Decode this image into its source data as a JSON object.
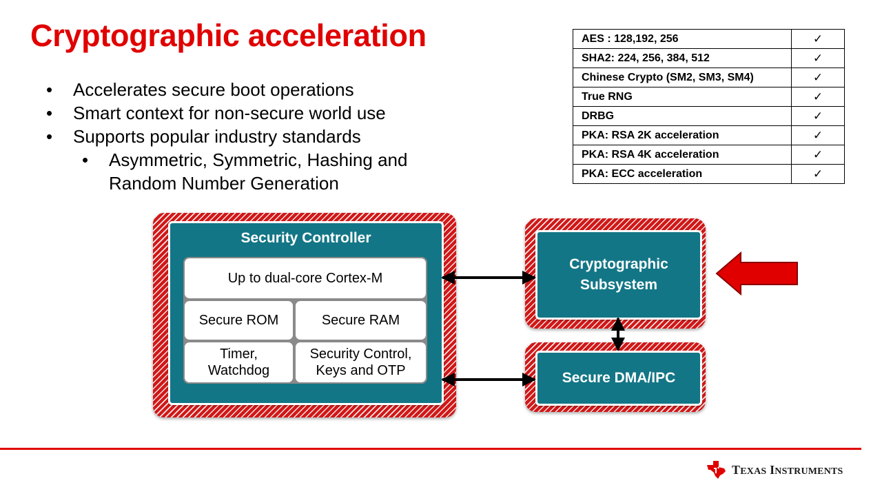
{
  "title": "Cryptographic acceleration",
  "bullets": [
    "Accelerates secure boot operations",
    "Smart context for non-secure world use",
    "Supports popular industry standards"
  ],
  "sub_bullet_lines": [
    "Asymmetric, Symmetric, Hashing and",
    "Random Number Generation"
  ],
  "bullet_glyph": "•",
  "features_table": [
    {
      "feature": "AES : 128,192, 256",
      "check": "✓"
    },
    {
      "feature": "SHA2: 224, 256, 384, 512",
      "check": "✓"
    },
    {
      "feature": "Chinese Crypto (SM2, SM3, SM4)",
      "check": "✓"
    },
    {
      "feature": "True RNG",
      "check": "✓"
    },
    {
      "feature": "DRBG",
      "check": "✓"
    },
    {
      "feature": "PKA: RSA 2K acceleration",
      "check": "✓"
    },
    {
      "feature": "PKA: RSA 4K acceleration",
      "check": "✓"
    },
    {
      "feature": "PKA: ECC acceleration",
      "check": "✓"
    }
  ],
  "diagram": {
    "security_controller": "Security Controller",
    "cortex": "Up to dual-core Cortex-M",
    "secure_rom": "Secure ROM",
    "secure_ram": "Secure RAM",
    "timer_line1": "Timer,",
    "timer_line2": "Watchdog",
    "sec_ctrl_line1": "Security Control,",
    "sec_ctrl_line2": "Keys and OTP",
    "crypto_line1": "Cryptographic",
    "crypto_line2": "Subsystem",
    "dma": "Secure DMA/IPC"
  },
  "footer": {
    "logo_word1_initial": "T",
    "logo_word1_rest": "EXAS",
    "logo_word2_initial": "I",
    "logo_word2_rest": "NSTRUMENTS"
  },
  "colors": {
    "title_red": "#e00000",
    "hatch_red": "#d01818",
    "teal": "#137686",
    "arrow_red": "#e00000"
  }
}
